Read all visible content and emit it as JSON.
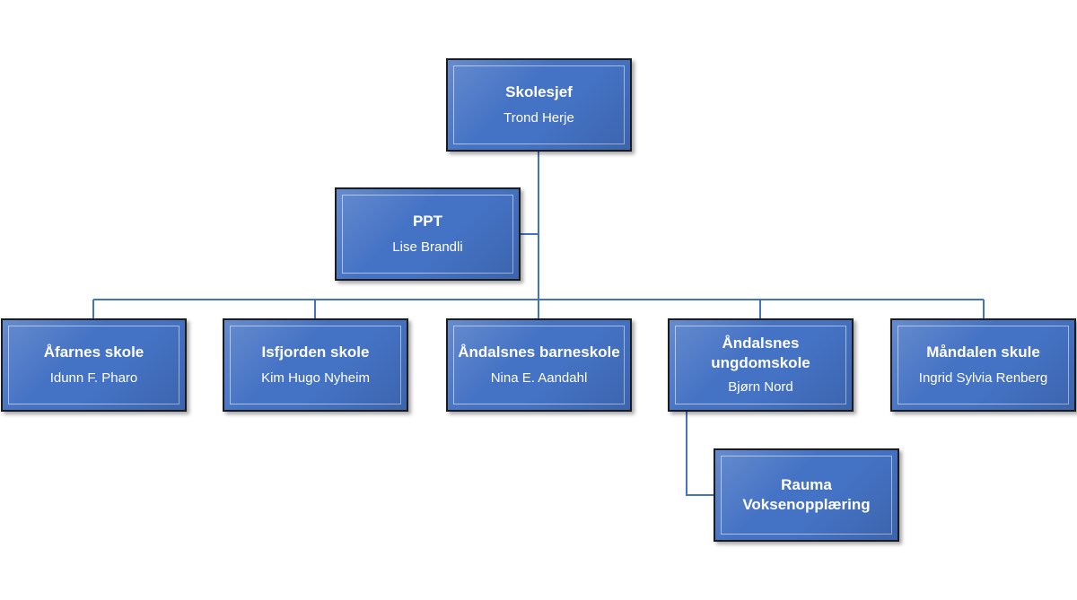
{
  "colors": {
    "box_fill": "#4472c4",
    "box_border": "#1c1c1c",
    "connector": "#4472c4",
    "text": "#ffffff"
  },
  "org": {
    "skolesjef": {
      "title": "Skolesjef",
      "name": "Trond Herje"
    },
    "ppt": {
      "title": "PPT",
      "name": "Lise Brandli"
    },
    "afarnes": {
      "title": "Åfarnes skole",
      "name": "Idunn F. Pharo"
    },
    "isfjorden": {
      "title": "Isfjorden skole",
      "name": "Kim Hugo Nyheim"
    },
    "andalsnes_barne": {
      "title": "Åndalsnes barneskole",
      "name": "Nina E. Aandahl"
    },
    "andalsnes_ungdom": {
      "title_line1": "Åndalsnes",
      "title_line2": "ungdomskole",
      "name": "Bjørn Nord"
    },
    "mandalen": {
      "title": "Måndalen skule",
      "name": "Ingrid Sylvia Renberg"
    },
    "rauma": {
      "title_line1": "Rauma",
      "title_line2": "Voksenopplæring"
    }
  }
}
